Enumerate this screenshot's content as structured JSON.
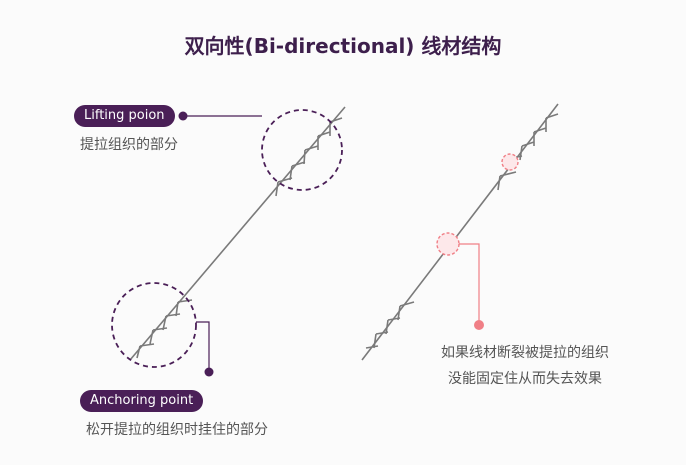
{
  "title": "双向性(Bi-directional) 线材结构",
  "lifting": {
    "badge": "Lifting poion",
    "caption": "提拉组织的部分"
  },
  "anchoring": {
    "badge": "Anchoring point",
    "caption": "松开提拉的组织时挂住的部分"
  },
  "broken": {
    "caption_line1": "如果线材断裂被提拉的组织",
    "caption_line2": "没能固定住从而失去效果"
  },
  "colors": {
    "title": "#3d1f4c",
    "badge": "#4a1f57",
    "thread": "#7a7a7a",
    "circle_dashed": "#4a1f57",
    "break_marker": "#f07f86"
  }
}
